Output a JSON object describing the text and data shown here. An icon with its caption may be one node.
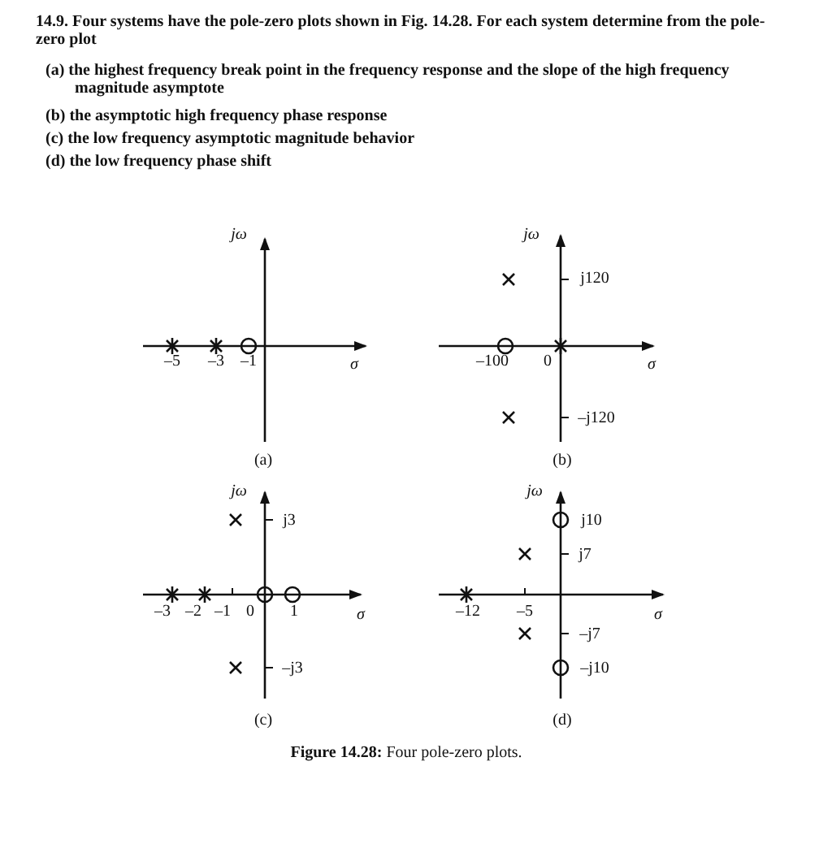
{
  "diagram": {
    "caption": "**Figure 14.28:** Four pole-zero plots.",
    "labels": [
      "14.9. Four systems have the pole-zero plots shown in Fig. 14.28. For each system determine from the pole-zero plot",
      "(a) the highest frequency break point in the frequency response and the slope of the high frequency magnitude asymptote",
      "(b) the asymptotic high frequency phase response",
      "(c) the low frequency asymptotic magnitude behavior",
      "(d) the low frequency phase shift",
      "jω",
      "–5",
      "–3",
      "–1",
      "σ",
      "(a)",
      "jω",
      "j120",
      "–100",
      "0",
      "σ",
      "–j120",
      "(b)",
      "jω",
      "j3",
      "–3",
      "–2",
      "–1",
      "0",
      "1",
      "σ",
      "–j3",
      "(c)",
      "jω",
      "j10",
      "j7",
      "–12",
      "–5",
      "σ",
      "–j7",
      "–j10",
      "(d)"
    ]
  }
}
